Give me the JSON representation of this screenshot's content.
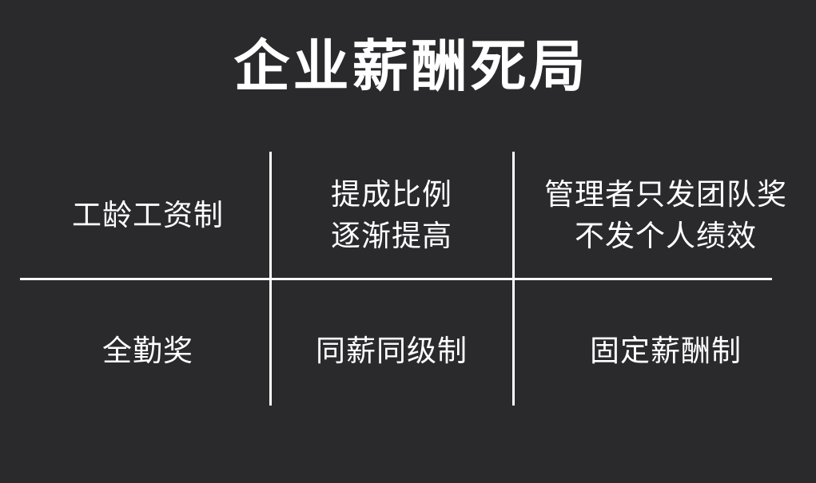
{
  "title": "企业薪酬死局",
  "grid": {
    "row1": {
      "col1": {
        "lines": [
          "工龄工资制"
        ]
      },
      "col2": {
        "lines": [
          "提成比例",
          "逐渐提高"
        ]
      },
      "col3": {
        "lines": [
          "管理者只发团队奖",
          "不发个人绩效"
        ]
      }
    },
    "row2": {
      "col1": {
        "lines": [
          "全勤奖"
        ]
      },
      "col2": {
        "lines": [
          "同薪同级制"
        ]
      },
      "col3": {
        "lines": [
          "固定薪酬制"
        ]
      }
    }
  },
  "colors": {
    "background": "#2a2a2c",
    "text": "#ffffff",
    "lines": "#ffffff"
  }
}
